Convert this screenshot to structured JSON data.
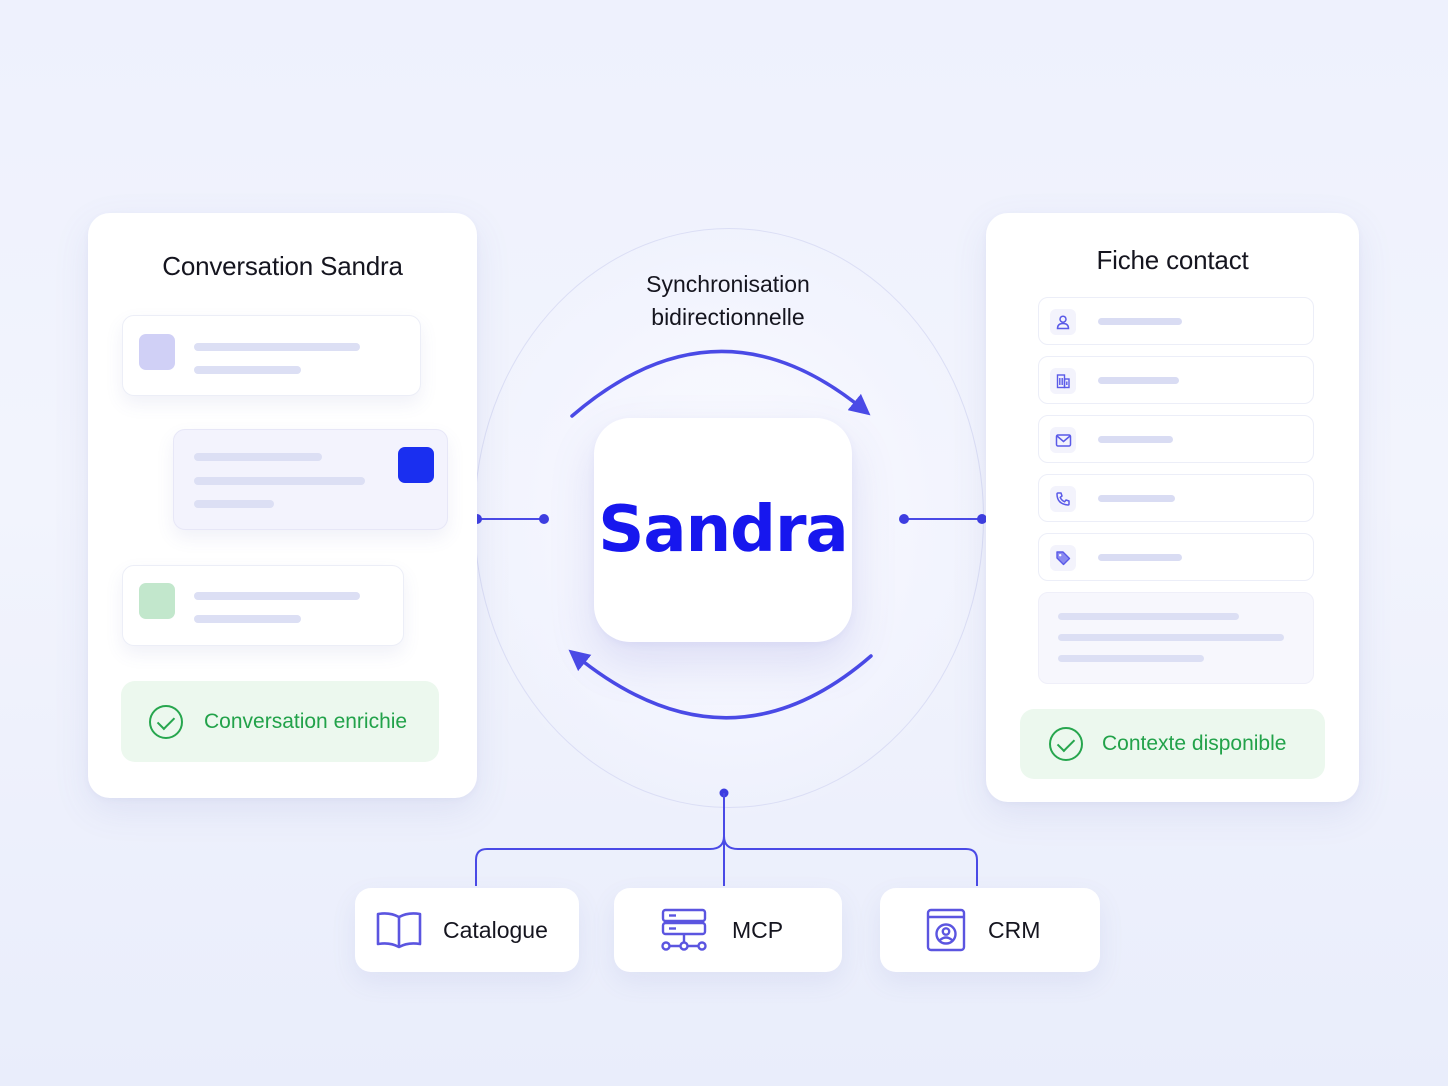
{
  "left_card": {
    "title": "Conversation Sandra",
    "status": "Conversation enrichie"
  },
  "center": {
    "title_line1": "Synchronisation",
    "title_line2": "bidirectionnelle",
    "logo": "Sandra"
  },
  "right_card": {
    "title": "Fiche contact",
    "fields": [
      {
        "icon": "user-icon"
      },
      {
        "icon": "building-icon"
      },
      {
        "icon": "mail-icon"
      },
      {
        "icon": "phone-icon"
      },
      {
        "icon": "tag-icon"
      }
    ],
    "status": "Contexte disponible"
  },
  "sources": [
    {
      "label": "Catalogue",
      "icon": "book-icon"
    },
    {
      "label": "MCP",
      "icon": "server-network-icon"
    },
    {
      "label": "CRM",
      "icon": "contact-card-icon"
    }
  ],
  "colors": {
    "accent": "#1717ee",
    "arrow": "#4a4ae6",
    "success": "#22a24a",
    "success_bg": "#ecf8ee",
    "bubble_in_avatar": "#d0d0f6",
    "bubble_out_avatar": "#1a2ff0",
    "bubble_third_avatar": "#c2e7cc"
  }
}
